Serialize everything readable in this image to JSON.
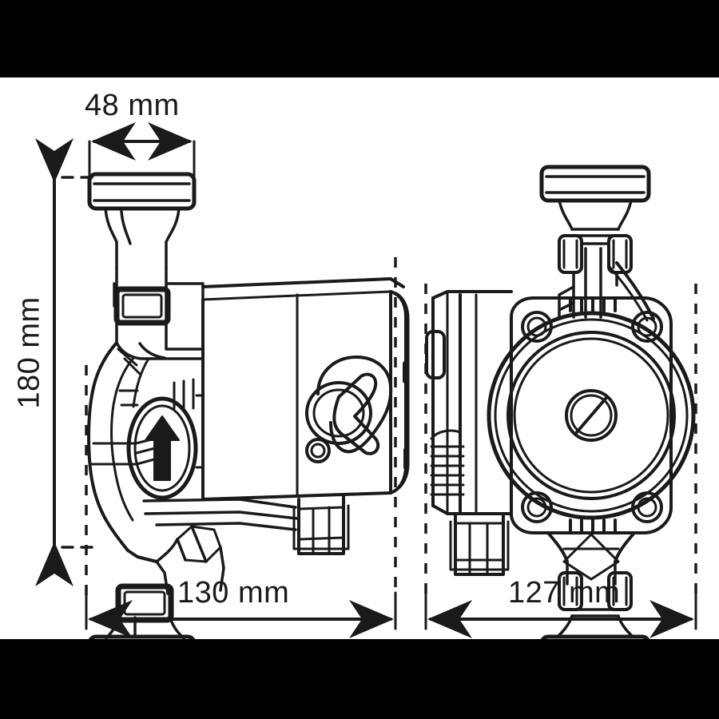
{
  "document": {
    "type": "technical-dimension-drawing",
    "subject": "circulation pump",
    "views": [
      "side-view",
      "front-view"
    ],
    "background_color": "#ffffff",
    "border_color": "#000000",
    "line_color": "#1a1a1a",
    "text_color": "#1a1a1a"
  },
  "dimensions": {
    "width_top": {
      "label": "48 mm",
      "value": 48,
      "unit": "mm",
      "orientation": "horizontal",
      "applies_to": "side-view-flange-width"
    },
    "height_left": {
      "label": "180 mm",
      "value": 180,
      "unit": "mm",
      "orientation": "vertical",
      "applies_to": "side-view-total-height"
    },
    "width_bottom_left": {
      "label": "130 mm",
      "value": 130,
      "unit": "mm",
      "orientation": "horizontal",
      "applies_to": "side-view-total-depth"
    },
    "width_bottom_right": {
      "label": "127 mm",
      "value": 127,
      "unit": "mm",
      "orientation": "horizontal",
      "applies_to": "front-view-total-width"
    }
  },
  "side_view": {
    "name": "side-view",
    "parts": {
      "top_flange": "top-pipe-flange",
      "bottom_flange": "bottom-pipe-flange",
      "top_union_nut": "top-union-nut",
      "bottom_union_nut": "bottom-union-nut",
      "pump_body": "cast-pump-volute-body",
      "flow_arrow": "flow-direction-arrow",
      "terminal_box": "electrical-terminal-box",
      "selector_knob": "speed-selector-knob",
      "indicator": "status-indicator-led",
      "cable_gland": "cable-gland"
    }
  },
  "front_view": {
    "name": "front-view",
    "parts": {
      "top_flange": "top-pipe-flange",
      "bottom_flange": "bottom-pipe-flange",
      "top_bolts": "top-flange-bolts",
      "bottom_bolts": "bottom-flange-bolts",
      "motor_housing": "circular-motor-housing",
      "vent_screw": "slotted-vent-screw",
      "housing_bolts_count": 4,
      "housing_bolts": "motor-housing-hex-bolts",
      "terminal_box": "electrical-terminal-box",
      "cooling_ribs": "terminal-box-cooling-ribs",
      "cable_gland": "cable-gland"
    }
  }
}
